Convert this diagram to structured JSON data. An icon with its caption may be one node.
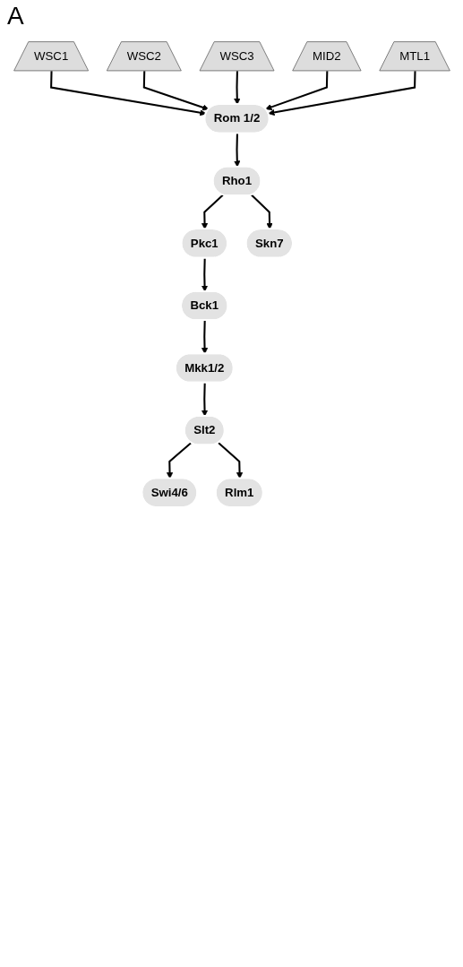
{
  "diagram": {
    "nodes": [
      {
        "text": [
          "WSC1"
        ]
      },
      {
        "text": [
          "WSC2"
        ]
      },
      {
        "text": [
          "WSC3"
        ]
      },
      {
        "text": [
          "MID2"
        ]
      },
      {
        "text": [
          "MTL1"
        ]
      },
      {
        "text": [
          "Rom 1/2"
        ]
      },
      {
        "text": [
          "Rho1"
        ]
      },
      {
        "text": [
          "Pkc1"
        ]
      },
      {
        "text": [
          "Bck1"
        ]
      },
      {
        "text": [
          "Mkk1/2"
        ]
      },
      {
        "text": [
          "Slt2"
        ]
      },
      {
        "text": [
          "Swi4/6"
        ]
      },
      {
        "text": [
          "Rlm1"
        ]
      },
      {
        "text": [
          "Skn7"
        ]
      }
    ],
    "edges": [
      {
        "from": 0,
        "to": 5,
        "arrow": "to"
      },
      {
        "from": 1,
        "to": 5,
        "arrow": "to"
      },
      {
        "from": 2,
        "to": 5,
        "arrow": "to"
      },
      {
        "from": 3,
        "to": 5,
        "arrow": "to"
      },
      {
        "from": 4,
        "to": 5,
        "arrow": "to"
      },
      {
        "from": 5,
        "to": 6,
        "arrow": "to"
      },
      {
        "from": 6,
        "to": 7,
        "arrow": "to"
      },
      {
        "from": 6,
        "to": 13,
        "arrow": "to"
      },
      {
        "from": 7,
        "to": 8,
        "arrow": "to"
      },
      {
        "from": 8,
        "to": 9,
        "arrow": "to"
      },
      {
        "from": 9,
        "to": 10,
        "arrow": "to"
      },
      {
        "from": 10,
        "to": 11,
        "arrow": "to"
      },
      {
        "from": 10,
        "to": 12,
        "arrow": "to"
      }
    ],
    "labels": [
      "A"
    ]
  }
}
